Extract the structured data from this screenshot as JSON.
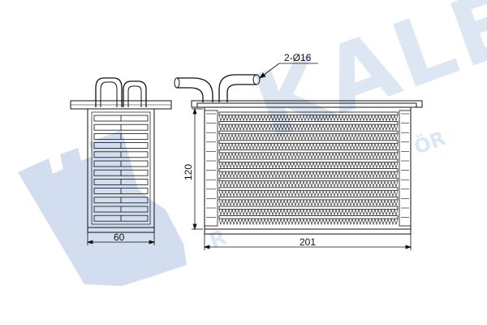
{
  "watermark": {
    "brand": "KALE",
    "sub_fragment": "ÖR",
    "sub_partial": "R",
    "color": "#dde6f3",
    "logo_color": "#d2ddef"
  },
  "dimensions": {
    "width": "60",
    "height": "120",
    "length": "201",
    "pipe_label": "2-Ø16"
  },
  "colors": {
    "line": "#111111",
    "paper": "#ffffff"
  }
}
